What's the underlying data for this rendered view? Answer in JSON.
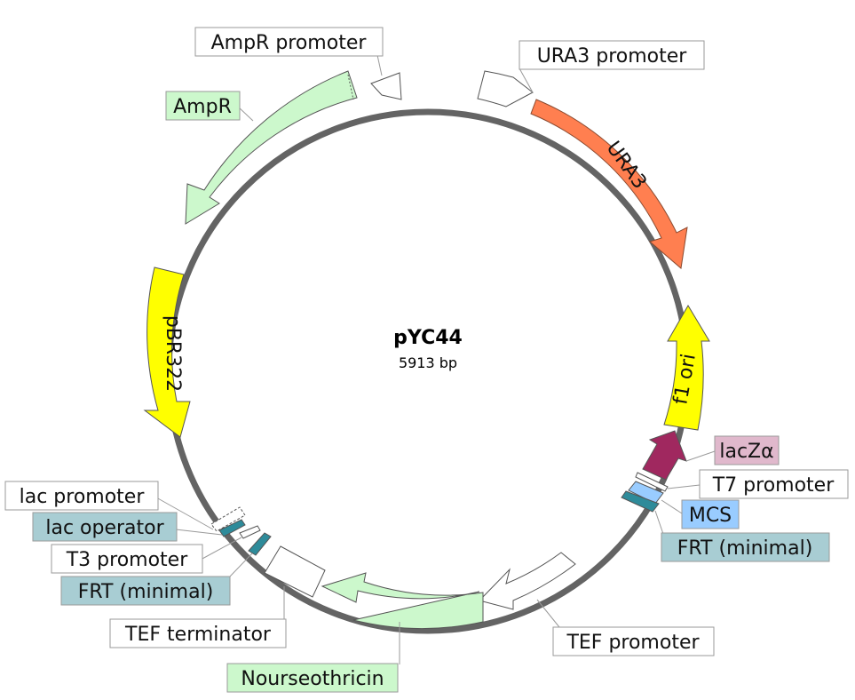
{
  "plasmid": {
    "name": "pYC44",
    "size": "5913 bp"
  },
  "features": [
    {
      "id": "ampr-promoter",
      "label": "AmpR promoter",
      "color": "#ffffff",
      "label_color": "#ffffff"
    },
    {
      "id": "ura3-promoter",
      "label": "URA3 promoter",
      "color": "#ffffff",
      "label_color": "#ffffff"
    },
    {
      "id": "ampr",
      "label": "AmpR",
      "color": "#ccf8cc",
      "label_color": "#ccf8cc"
    },
    {
      "id": "ura3",
      "label": "URA3",
      "color": "#ff7f50",
      "label_color": "#ff7f50"
    },
    {
      "id": "pbr322",
      "label": "pBR322",
      "color": "#ffff00",
      "label_color": "#ffff00"
    },
    {
      "id": "f1-ori",
      "label": "f1 ori",
      "color": "#ffff00",
      "label_color": "#ffff00"
    },
    {
      "id": "lacz",
      "label": "lacZα",
      "color": "#a0285f",
      "label_color": "#e0b8cc"
    },
    {
      "id": "t7-promoter",
      "label": "T7 promoter",
      "color": "#ffffff",
      "label_color": "#ffffff"
    },
    {
      "id": "mcs",
      "label": "MCS",
      "color": "#99ccff",
      "label_color": "#99ccff"
    },
    {
      "id": "frt-right",
      "label": "FRT (minimal)",
      "color": "#2e8b9a",
      "label_color": "#a8cdd3"
    },
    {
      "id": "lac-promoter",
      "label": "lac promoter",
      "color": "#ffffff",
      "label_color": "#ffffff"
    },
    {
      "id": "lac-operator",
      "label": "lac operator",
      "color": "#2e8b9a",
      "label_color": "#a8cdd3"
    },
    {
      "id": "t3-promoter",
      "label": "T3 promoter",
      "color": "#ffffff",
      "label_color": "#ffffff"
    },
    {
      "id": "frt-left",
      "label": "FRT (minimal)",
      "color": "#2e8b9a",
      "label_color": "#a8cdd3"
    },
    {
      "id": "tef-terminator",
      "label": "TEF terminator",
      "color": "#ffffff",
      "label_color": "#ffffff"
    },
    {
      "id": "tef-promoter",
      "label": "TEF promoter",
      "color": "#ffffff",
      "label_color": "#ffffff"
    },
    {
      "id": "nourseothricin",
      "label": "Nourseothricin",
      "color": "#ccf8cc",
      "label_color": "#ccf8cc"
    }
  ]
}
